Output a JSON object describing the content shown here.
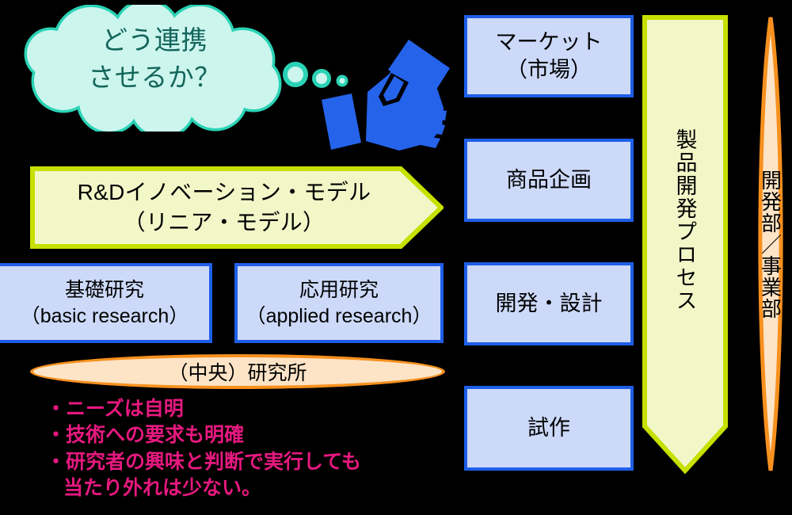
{
  "thought": {
    "text": "どう連携\nさせるか？",
    "fill_color": "#ccf5ee",
    "stroke_color": "#2ad3b5",
    "text_color": "#13655a",
    "dots": [
      "thought-dot-large",
      "thought-dot-medium",
      "thought-dot-small"
    ]
  },
  "hand_icon": {
    "name": "grasping-fist-icon",
    "color": "#2563eb"
  },
  "arrow_banner": {
    "text": "R&Dイノベーション・モデル\n（リニア・モデル）",
    "fill_color": "#f2f7c8",
    "stroke_color": "#c6e000"
  },
  "research": {
    "basic": "基礎研究\n（basic research）",
    "applied": "応用研究\n（applied research）",
    "lab_oval": "（中央）研究所",
    "box_fill": "#ccd9f9",
    "box_stroke": "#1e5fe8",
    "oval_fill": "#fde4c6",
    "oval_stroke": "#f7901e"
  },
  "process_boxes": [
    {
      "label": "マーケット\n（市場）"
    },
    {
      "label": "商品企画"
    },
    {
      "label": "開発・設計"
    },
    {
      "label": "試作"
    }
  ],
  "vertical_arrow": {
    "text": "製品開発プロセス",
    "fill_color": "#f2f7c8",
    "stroke_color": "#c6e000"
  },
  "dept_lens": {
    "text": "開発部／事業部",
    "fill_color": "#fde4c6",
    "stroke_color": "#f7901e"
  },
  "bullets": {
    "color": "#e6197f",
    "lines": [
      "・ニーズは自明",
      "・技術への要求も明確",
      "・研究者の興味と判断で実行しても",
      "当たり外れは少ない。"
    ]
  }
}
